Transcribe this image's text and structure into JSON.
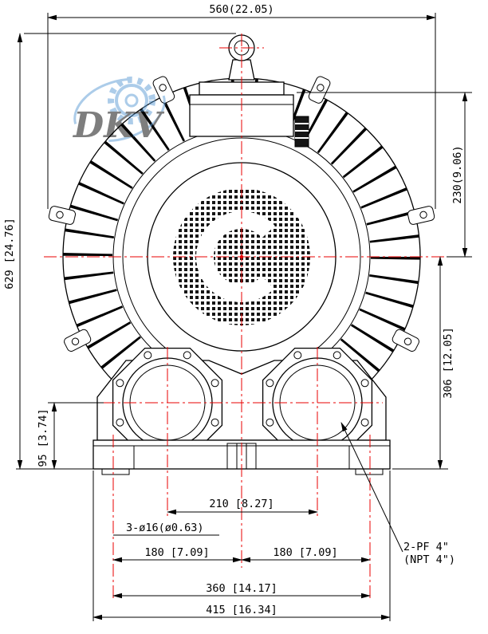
{
  "drawing": {
    "dimensions": {
      "overall_width": "560(22.05)",
      "overall_height": "629 [24.76]",
      "center_to_top": "230(9.06)",
      "center_to_base": "306 [12.05]",
      "port_to_base": "95 [3.74]",
      "port_spacing": "210 [8.27]",
      "mount_holes": "3-ø16(ø0.63)",
      "hole_left": "180 [7.09]",
      "hole_right": "180 [7.09]",
      "hole_span": "360 [14.17]",
      "base_width": "415 [16.34]"
    },
    "port_thread": {
      "line1": "2-PF 4\"",
      "line2": "(NPT 4\")"
    },
    "watermark": "DKV",
    "colors": {
      "centerline": "#e80000",
      "line": "#000000",
      "watermark": "#5b9bd5"
    }
  }
}
